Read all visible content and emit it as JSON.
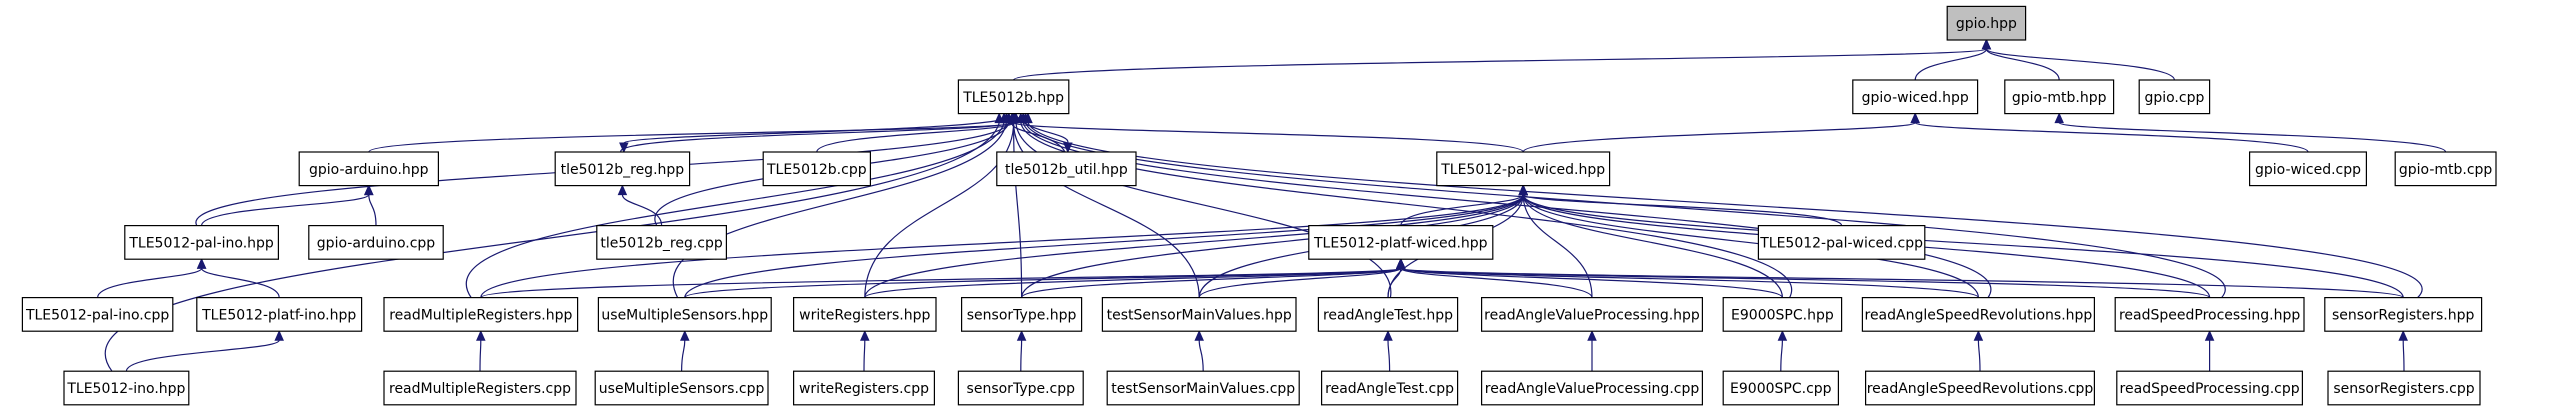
{
  "graph": {
    "colors": {
      "edge": "#191970",
      "node_border": "#000000",
      "node_fill": "#ffffff",
      "root_fill": "#bfbfbf"
    },
    "nodes": [
      {
        "id": "gpio_hpp",
        "label": "gpio.hpp",
        "root": true
      },
      {
        "id": "tle5012b_hpp",
        "label": "TLE5012b.hpp"
      },
      {
        "id": "gpio_wiced_hpp",
        "label": "gpio-wiced.hpp"
      },
      {
        "id": "gpio_mtb_hpp",
        "label": "gpio-mtb.hpp"
      },
      {
        "id": "gpio_cpp",
        "label": "gpio.cpp"
      },
      {
        "id": "gpio_arduino_hpp",
        "label": "gpio-arduino.hpp"
      },
      {
        "id": "tle5012b_reg_hpp",
        "label": "tle5012b_reg.hpp"
      },
      {
        "id": "tle5012b_cpp",
        "label": "TLE5012b.cpp"
      },
      {
        "id": "tle5012b_util_hpp",
        "label": "tle5012b_util.hpp"
      },
      {
        "id": "pal_wiced_hpp",
        "label": "TLE5012-pal-wiced.hpp"
      },
      {
        "id": "gpio_wiced_cpp",
        "label": "gpio-wiced.cpp"
      },
      {
        "id": "gpio_mtb_cpp",
        "label": "gpio-mtb.cpp"
      },
      {
        "id": "pal_ino_hpp",
        "label": "TLE5012-pal-ino.hpp"
      },
      {
        "id": "gpio_arduino_cpp",
        "label": "gpio-arduino.cpp"
      },
      {
        "id": "tle5012b_reg_cpp",
        "label": "tle5012b_reg.cpp"
      },
      {
        "id": "platf_wiced_hpp",
        "label": "TLE5012-platf-wiced.hpp"
      },
      {
        "id": "pal_wiced_cpp",
        "label": "TLE5012-pal-wiced.cpp"
      },
      {
        "id": "pal_ino_cpp",
        "label": "TLE5012-pal-ino.cpp"
      },
      {
        "id": "platf_ino_hpp",
        "label": "TLE5012-platf-ino.hpp"
      },
      {
        "id": "read_mult_hpp",
        "label": "readMultipleRegisters.hpp"
      },
      {
        "id": "use_mult_hpp",
        "label": "useMultipleSensors.hpp"
      },
      {
        "id": "write_reg_hpp",
        "label": "writeRegisters.hpp"
      },
      {
        "id": "sensor_type_hpp",
        "label": "sensorType.hpp"
      },
      {
        "id": "test_main_hpp",
        "label": "testSensorMainValues.hpp"
      },
      {
        "id": "read_angle_hpp",
        "label": "readAngleTest.hpp"
      },
      {
        "id": "read_angle_vp_hpp",
        "label": "readAngleValueProcessing.hpp"
      },
      {
        "id": "e9000_hpp",
        "label": "E9000SPC.hpp"
      },
      {
        "id": "read_angle_sr_hpp",
        "label": "readAngleSpeedRevolutions.hpp"
      },
      {
        "id": "read_speed_hpp",
        "label": "readSpeedProcessing.hpp"
      },
      {
        "id": "sensor_reg_hpp",
        "label": "sensorRegisters.hpp"
      },
      {
        "id": "ino_hpp",
        "label": "TLE5012-ino.hpp"
      },
      {
        "id": "read_mult_cpp",
        "label": "readMultipleRegisters.cpp"
      },
      {
        "id": "use_mult_cpp",
        "label": "useMultipleSensors.cpp"
      },
      {
        "id": "write_reg_cpp",
        "label": "writeRegisters.cpp"
      },
      {
        "id": "sensor_type_cpp",
        "label": "sensorType.cpp"
      },
      {
        "id": "test_main_cpp",
        "label": "testSensorMainValues.cpp"
      },
      {
        "id": "read_angle_cpp",
        "label": "readAngleTest.cpp"
      },
      {
        "id": "read_angle_vp_cpp",
        "label": "readAngleValueProcessing.cpp"
      },
      {
        "id": "e9000_cpp",
        "label": "E9000SPC.cpp"
      },
      {
        "id": "read_angle_sr_cpp",
        "label": "readAngleSpeedRevolutions.cpp"
      },
      {
        "id": "read_speed_cpp",
        "label": "readSpeedProcessing.cpp"
      },
      {
        "id": "sensor_reg_cpp",
        "label": "sensorRegisters.cpp"
      }
    ],
    "edges": [
      {
        "from": "tle5012b_hpp",
        "to": "gpio_hpp"
      },
      {
        "from": "gpio_wiced_hpp",
        "to": "gpio_hpp"
      },
      {
        "from": "gpio_mtb_hpp",
        "to": "gpio_hpp"
      },
      {
        "from": "gpio_cpp",
        "to": "gpio_hpp"
      },
      {
        "from": "gpio_wiced_cpp",
        "to": "gpio_wiced_hpp"
      },
      {
        "from": "pal_wiced_hpp",
        "to": "gpio_wiced_hpp"
      },
      {
        "from": "gpio_mtb_cpp",
        "to": "gpio_mtb_hpp"
      },
      {
        "from": "gpio_arduino_hpp",
        "to": "tle5012b_hpp"
      },
      {
        "from": "tle5012b_reg_hpp",
        "to": "tle5012b_hpp"
      },
      {
        "from": "tle5012b_hpp",
        "to": "tle5012b_reg_hpp"
      },
      {
        "from": "tle5012b_cpp",
        "to": "tle5012b_hpp"
      },
      {
        "from": "tle5012b_util_hpp",
        "to": "tle5012b_hpp"
      },
      {
        "from": "tle5012b_hpp",
        "to": "tle5012b_util_hpp"
      },
      {
        "from": "pal_wiced_hpp",
        "to": "tle5012b_hpp"
      },
      {
        "from": "pal_ino_hpp",
        "to": "tle5012b_hpp"
      },
      {
        "from": "tle5012b_reg_cpp",
        "to": "tle5012b_hpp"
      },
      {
        "from": "ino_hpp",
        "to": "tle5012b_hpp"
      },
      {
        "from": "read_mult_hpp",
        "to": "tle5012b_hpp"
      },
      {
        "from": "use_mult_hpp",
        "to": "tle5012b_hpp"
      },
      {
        "from": "write_reg_hpp",
        "to": "tle5012b_hpp"
      },
      {
        "from": "sensor_type_hpp",
        "to": "tle5012b_hpp"
      },
      {
        "from": "test_main_hpp",
        "to": "tle5012b_hpp"
      },
      {
        "from": "read_angle_hpp",
        "to": "tle5012b_hpp"
      },
      {
        "from": "e9000_hpp",
        "to": "tle5012b_hpp"
      },
      {
        "from": "read_angle_sr_hpp",
        "to": "tle5012b_hpp"
      },
      {
        "from": "read_speed_hpp",
        "to": "tle5012b_hpp"
      },
      {
        "from": "sensor_reg_hpp",
        "to": "tle5012b_hpp"
      },
      {
        "from": "pal_ino_hpp",
        "to": "gpio_arduino_hpp"
      },
      {
        "from": "gpio_arduino_cpp",
        "to": "gpio_arduino_hpp"
      },
      {
        "from": "tle5012b_reg_cpp",
        "to": "tle5012b_reg_hpp"
      },
      {
        "from": "platf_wiced_hpp",
        "to": "pal_wiced_hpp"
      },
      {
        "from": "pal_wiced_cpp",
        "to": "pal_wiced_hpp"
      },
      {
        "from": "read_mult_hpp",
        "to": "pal_wiced_hpp"
      },
      {
        "from": "use_mult_hpp",
        "to": "pal_wiced_hpp"
      },
      {
        "from": "write_reg_hpp",
        "to": "pal_wiced_hpp"
      },
      {
        "from": "sensor_type_hpp",
        "to": "pal_wiced_hpp"
      },
      {
        "from": "test_main_hpp",
        "to": "pal_wiced_hpp"
      },
      {
        "from": "read_angle_hpp",
        "to": "pal_wiced_hpp"
      },
      {
        "from": "read_angle_vp_hpp",
        "to": "pal_wiced_hpp"
      },
      {
        "from": "e9000_hpp",
        "to": "pal_wiced_hpp"
      },
      {
        "from": "read_angle_sr_hpp",
        "to": "pal_wiced_hpp"
      },
      {
        "from": "read_speed_hpp",
        "to": "pal_wiced_hpp"
      },
      {
        "from": "sensor_reg_hpp",
        "to": "pal_wiced_hpp"
      },
      {
        "from": "pal_ino_cpp",
        "to": "pal_ino_hpp"
      },
      {
        "from": "platf_ino_hpp",
        "to": "pal_ino_hpp"
      },
      {
        "from": "ino_hpp",
        "to": "platf_ino_hpp"
      },
      {
        "from": "read_mult_hpp",
        "to": "platf_wiced_hpp"
      },
      {
        "from": "use_mult_hpp",
        "to": "platf_wiced_hpp"
      },
      {
        "from": "write_reg_hpp",
        "to": "platf_wiced_hpp"
      },
      {
        "from": "sensor_type_hpp",
        "to": "platf_wiced_hpp"
      },
      {
        "from": "test_main_hpp",
        "to": "platf_wiced_hpp"
      },
      {
        "from": "read_angle_hpp",
        "to": "platf_wiced_hpp"
      },
      {
        "from": "read_angle_vp_hpp",
        "to": "platf_wiced_hpp"
      },
      {
        "from": "e9000_hpp",
        "to": "platf_wiced_hpp"
      },
      {
        "from": "read_angle_sr_hpp",
        "to": "platf_wiced_hpp"
      },
      {
        "from": "read_speed_hpp",
        "to": "platf_wiced_hpp"
      },
      {
        "from": "sensor_reg_hpp",
        "to": "platf_wiced_hpp"
      },
      {
        "from": "read_mult_cpp",
        "to": "read_mult_hpp"
      },
      {
        "from": "use_mult_cpp",
        "to": "use_mult_hpp"
      },
      {
        "from": "write_reg_cpp",
        "to": "write_reg_hpp"
      },
      {
        "from": "sensor_type_cpp",
        "to": "sensor_type_hpp"
      },
      {
        "from": "test_main_cpp",
        "to": "test_main_hpp"
      },
      {
        "from": "read_angle_cpp",
        "to": "read_angle_hpp"
      },
      {
        "from": "read_angle_vp_cpp",
        "to": "read_angle_vp_hpp"
      },
      {
        "from": "e9000_cpp",
        "to": "e9000_hpp"
      },
      {
        "from": "read_angle_sr_cpp",
        "to": "read_angle_sr_hpp"
      },
      {
        "from": "read_speed_cpp",
        "to": "read_speed_hpp"
      },
      {
        "from": "sensor_reg_cpp",
        "to": "sensor_reg_hpp"
      }
    ]
  }
}
